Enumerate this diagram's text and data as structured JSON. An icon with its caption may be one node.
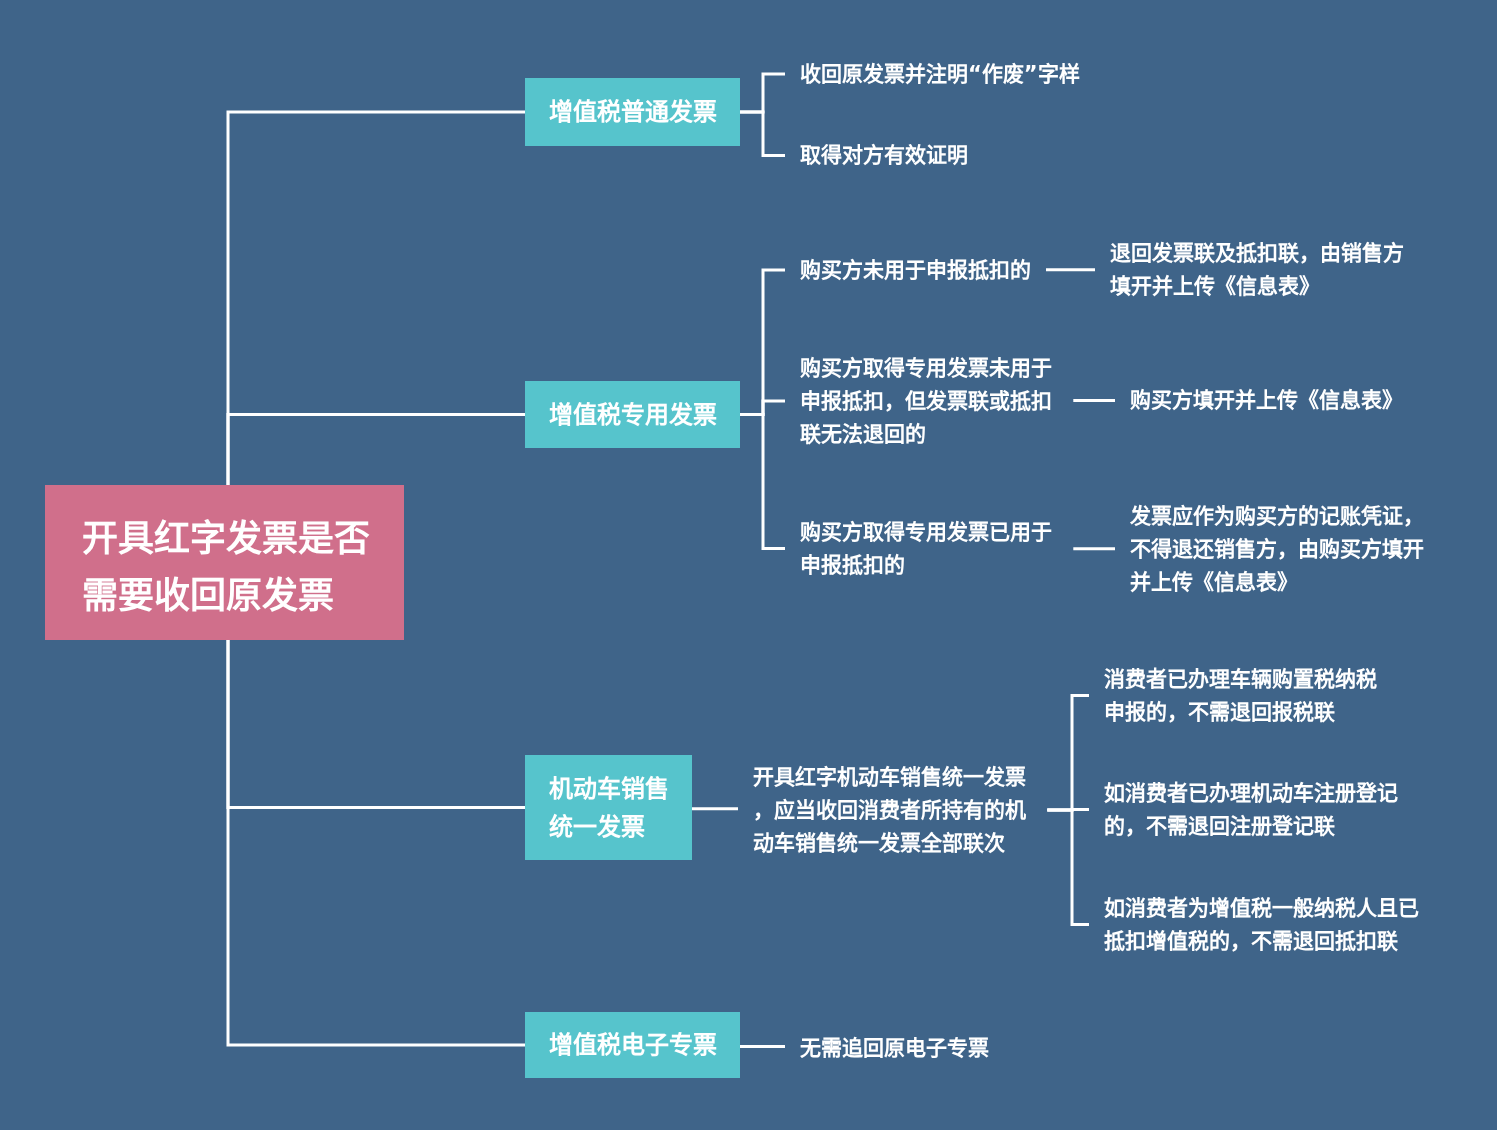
{
  "diagram": {
    "nodes": [
      {
        "text": [
          "开具红字发票是否需要收回原发票"
        ]
      },
      {
        "text": [
          "增值税普通发票"
        ]
      },
      {
        "text": [
          "收回原发票并注明“作废”字样"
        ]
      },
      {
        "text": [
          "取得对方有效证明"
        ]
      },
      {
        "text": [
          "增值税专用发票"
        ]
      },
      {
        "text": [
          "购买方未用于申报抵扣的"
        ]
      },
      {
        "text": [
          "退回发票联及抵扣联，由销售方填开并上传《信息表》"
        ]
      },
      {
        "text": [
          "购买方取得专用发票未用于申报抵扣，但发票联或抵扣联无法退回的"
        ]
      },
      {
        "text": [
          "购买方填开并上传《信息表》"
        ]
      },
      {
        "text": [
          "购买方取得专用发票已用于申报抵扣的"
        ]
      },
      {
        "text": [
          "发票应作为购买方的记账凭证，不得退还销售方，由购买方填开并上传《信息表》"
        ]
      },
      {
        "text": [
          "机动车销售统一发票"
        ]
      },
      {
        "text": [
          "开具红字机动车销售统一发票，应当收回消费者所持有的机动车销售统一发票全部联次"
        ]
      },
      {
        "text": [
          "消费者已办理车辆购置税纳税申报的，不需退回报税联"
        ]
      },
      {
        "text": [
          "如消费者已办理机动车注册登记的，不需退回注册登记联"
        ]
      },
      {
        "text": [
          "如消费者为增值税一般纳税人且已抵扣增值税的，不需退回抵扣联"
        ]
      },
      {
        "text": [
          "增值税电子专票"
        ]
      },
      {
        "text": [
          "无需追回原电子专票"
        ]
      }
    ],
    "edges": [
      {
        "from": 0,
        "to": 1,
        "arrow": "none"
      },
      {
        "from": 0,
        "to": 4,
        "arrow": "none"
      },
      {
        "from": 0,
        "to": 11,
        "arrow": "none"
      },
      {
        "from": 0,
        "to": 16,
        "arrow": "none"
      },
      {
        "from": 1,
        "to": 2,
        "arrow": "none"
      },
      {
        "from": 1,
        "to": 3,
        "arrow": "none"
      },
      {
        "from": 4,
        "to": 5,
        "arrow": "none"
      },
      {
        "from": 4,
        "to": 7,
        "arrow": "none"
      },
      {
        "from": 4,
        "to": 9,
        "arrow": "none"
      },
      {
        "from": 5,
        "to": 6,
        "arrow": "none"
      },
      {
        "from": 7,
        "to": 8,
        "arrow": "none"
      },
      {
        "from": 9,
        "to": 10,
        "arrow": "none"
      },
      {
        "from": 11,
        "to": 12,
        "arrow": "none"
      },
      {
        "from": 12,
        "to": 13,
        "arrow": "none"
      },
      {
        "from": 12,
        "to": 14,
        "arrow": "none"
      },
      {
        "from": 12,
        "to": 15,
        "arrow": "none"
      },
      {
        "from": 16,
        "to": 17,
        "arrow": "none"
      }
    ]
  }
}
